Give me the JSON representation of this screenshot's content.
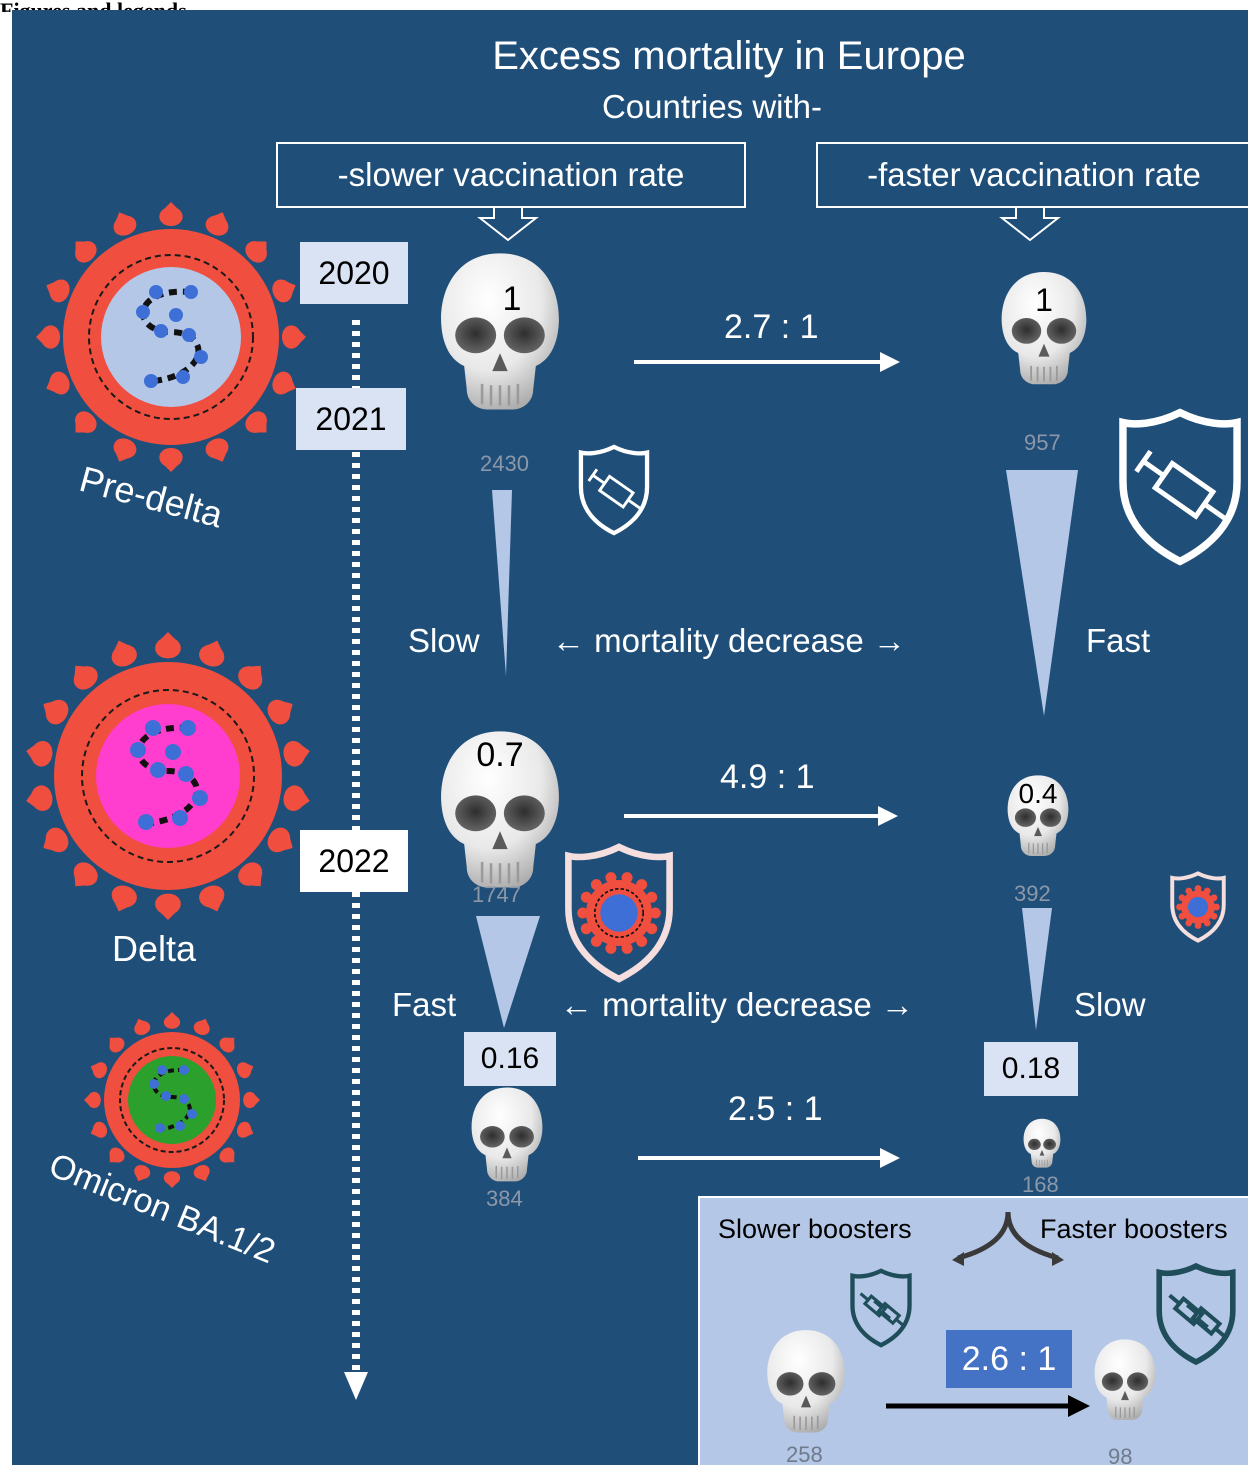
{
  "heading": "Figures and legends",
  "title": "Excess mortality in Europe",
  "subtitle": "Countries with-",
  "groups": {
    "slower": "-slower vaccination rate",
    "faster": "-faster vaccination rate"
  },
  "years": [
    "2020",
    "2021",
    "2022"
  ],
  "variants": [
    "Pre-delta",
    "Delta",
    "Omicron BA.1/2"
  ],
  "rows": [
    {
      "slow_value": "1",
      "slow_count": "2430",
      "fast_value": "1",
      "fast_count": "957",
      "ratio": "2.7 : 1"
    },
    {
      "slow_value": "0.7",
      "slow_count": "1747",
      "fast_value": "0.4",
      "fast_count": "392",
      "ratio": "4.9 : 1"
    },
    {
      "slow_value": "0.16",
      "slow_count": "384",
      "fast_value": "0.18",
      "fast_count": "168",
      "ratio": "2.5 : 1"
    }
  ],
  "decrease": [
    {
      "left": "Slow",
      "middle": "← mortality decrease →",
      "right": "Fast"
    },
    {
      "left": "Fast",
      "middle": "← mortality decrease →",
      "right": "Slow"
    }
  ],
  "boosters": {
    "slower": "Slower boosters",
    "faster": "Faster boosters",
    "ratio": "2.6 : 1",
    "slow_count": "258",
    "fast_count": "98"
  },
  "colors": {
    "background": "#1f4e79",
    "virus": "#f04e3e",
    "predelta_core": "#b4c7e7",
    "delta_core": "#ff3dcf",
    "omicron_core": "#2ca02c",
    "wedge": "#b4c7e7",
    "inset": "#b4c7e7",
    "inset_ratio": "#4472c4"
  }
}
